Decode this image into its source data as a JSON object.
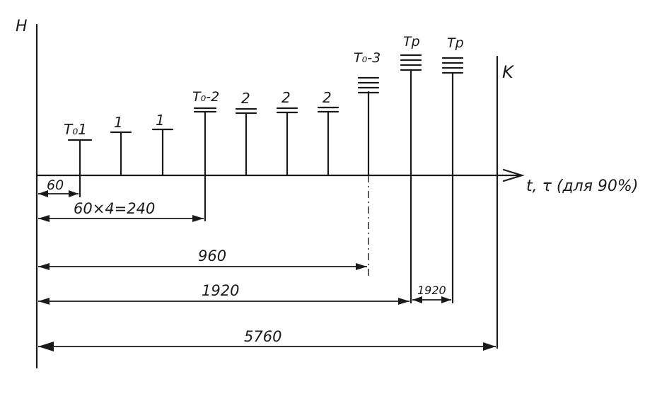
{
  "axes": {
    "y_label": "H",
    "x_label": "t, τ (для 90%)",
    "end_label": "K"
  },
  "markers": [
    {
      "label": "T₀1"
    },
    {
      "label": "1"
    },
    {
      "label": "1"
    },
    {
      "label": "T₀-2"
    },
    {
      "label": "2"
    },
    {
      "label": "2"
    },
    {
      "label": "2"
    },
    {
      "label": "T₀-3"
    },
    {
      "label": "Tр"
    },
    {
      "label": "Tр"
    }
  ],
  "dimensions": [
    {
      "label": "60"
    },
    {
      "label": "60×4=240"
    },
    {
      "label": "960"
    },
    {
      "label": "1920"
    },
    {
      "label": "1920"
    },
    {
      "label": "5760"
    }
  ]
}
